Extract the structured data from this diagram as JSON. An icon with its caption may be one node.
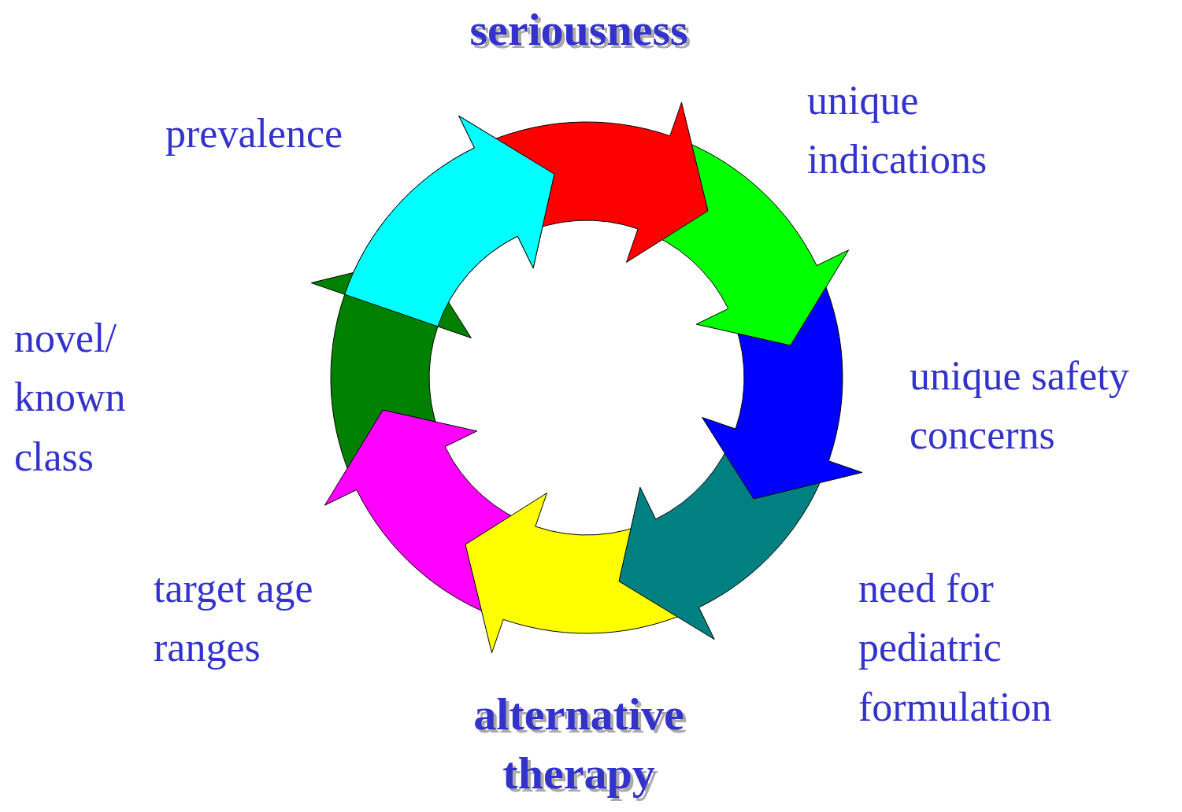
{
  "diagram": {
    "labels": [
      "seriousness",
      "unique indications",
      "prevalence",
      "novel/ known class",
      "unique safety concerns",
      "target age ranges",
      "need for pediatric formulation",
      "alternative therapy"
    ]
  }
}
